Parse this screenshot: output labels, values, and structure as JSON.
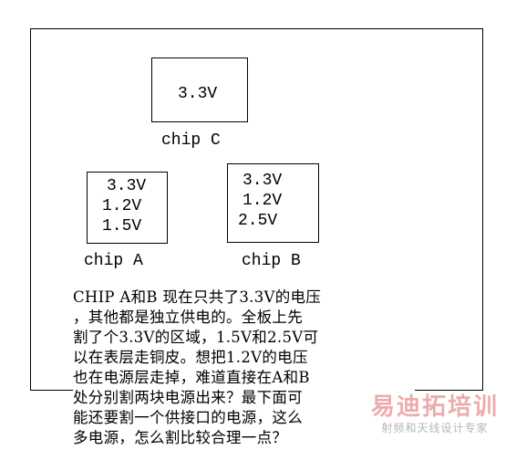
{
  "chips": {
    "c": {
      "label": "chip C",
      "voltages": [
        "3.3V"
      ]
    },
    "a": {
      "label": "chip A",
      "voltages": [
        "3.3V",
        "1.2V",
        "1.5V"
      ]
    },
    "b": {
      "label": "chip B",
      "voltages": [
        "3.3V",
        "1.2V",
        "2.5V"
      ]
    }
  },
  "note": {
    "lines": [
      "CHIP A和B 现在只共了3.3V的电压",
      "，其他都是独立供电的。全板上先",
      "割了个3.3V的区域，1.5V和2.5V可",
      "以在表层走铜皮。想把1.2V的电压",
      "也在电源层走掉，难道直接在A和B",
      "处分别割两块电源出来？最下面可",
      "能还要割一个供接口的电源，这么",
      "多电源，怎么割比较合理一点？"
    ]
  },
  "watermark": {
    "main": "易迪拓培训",
    "sub": "射频和天线设计专家",
    "color": "#e06a6a"
  }
}
